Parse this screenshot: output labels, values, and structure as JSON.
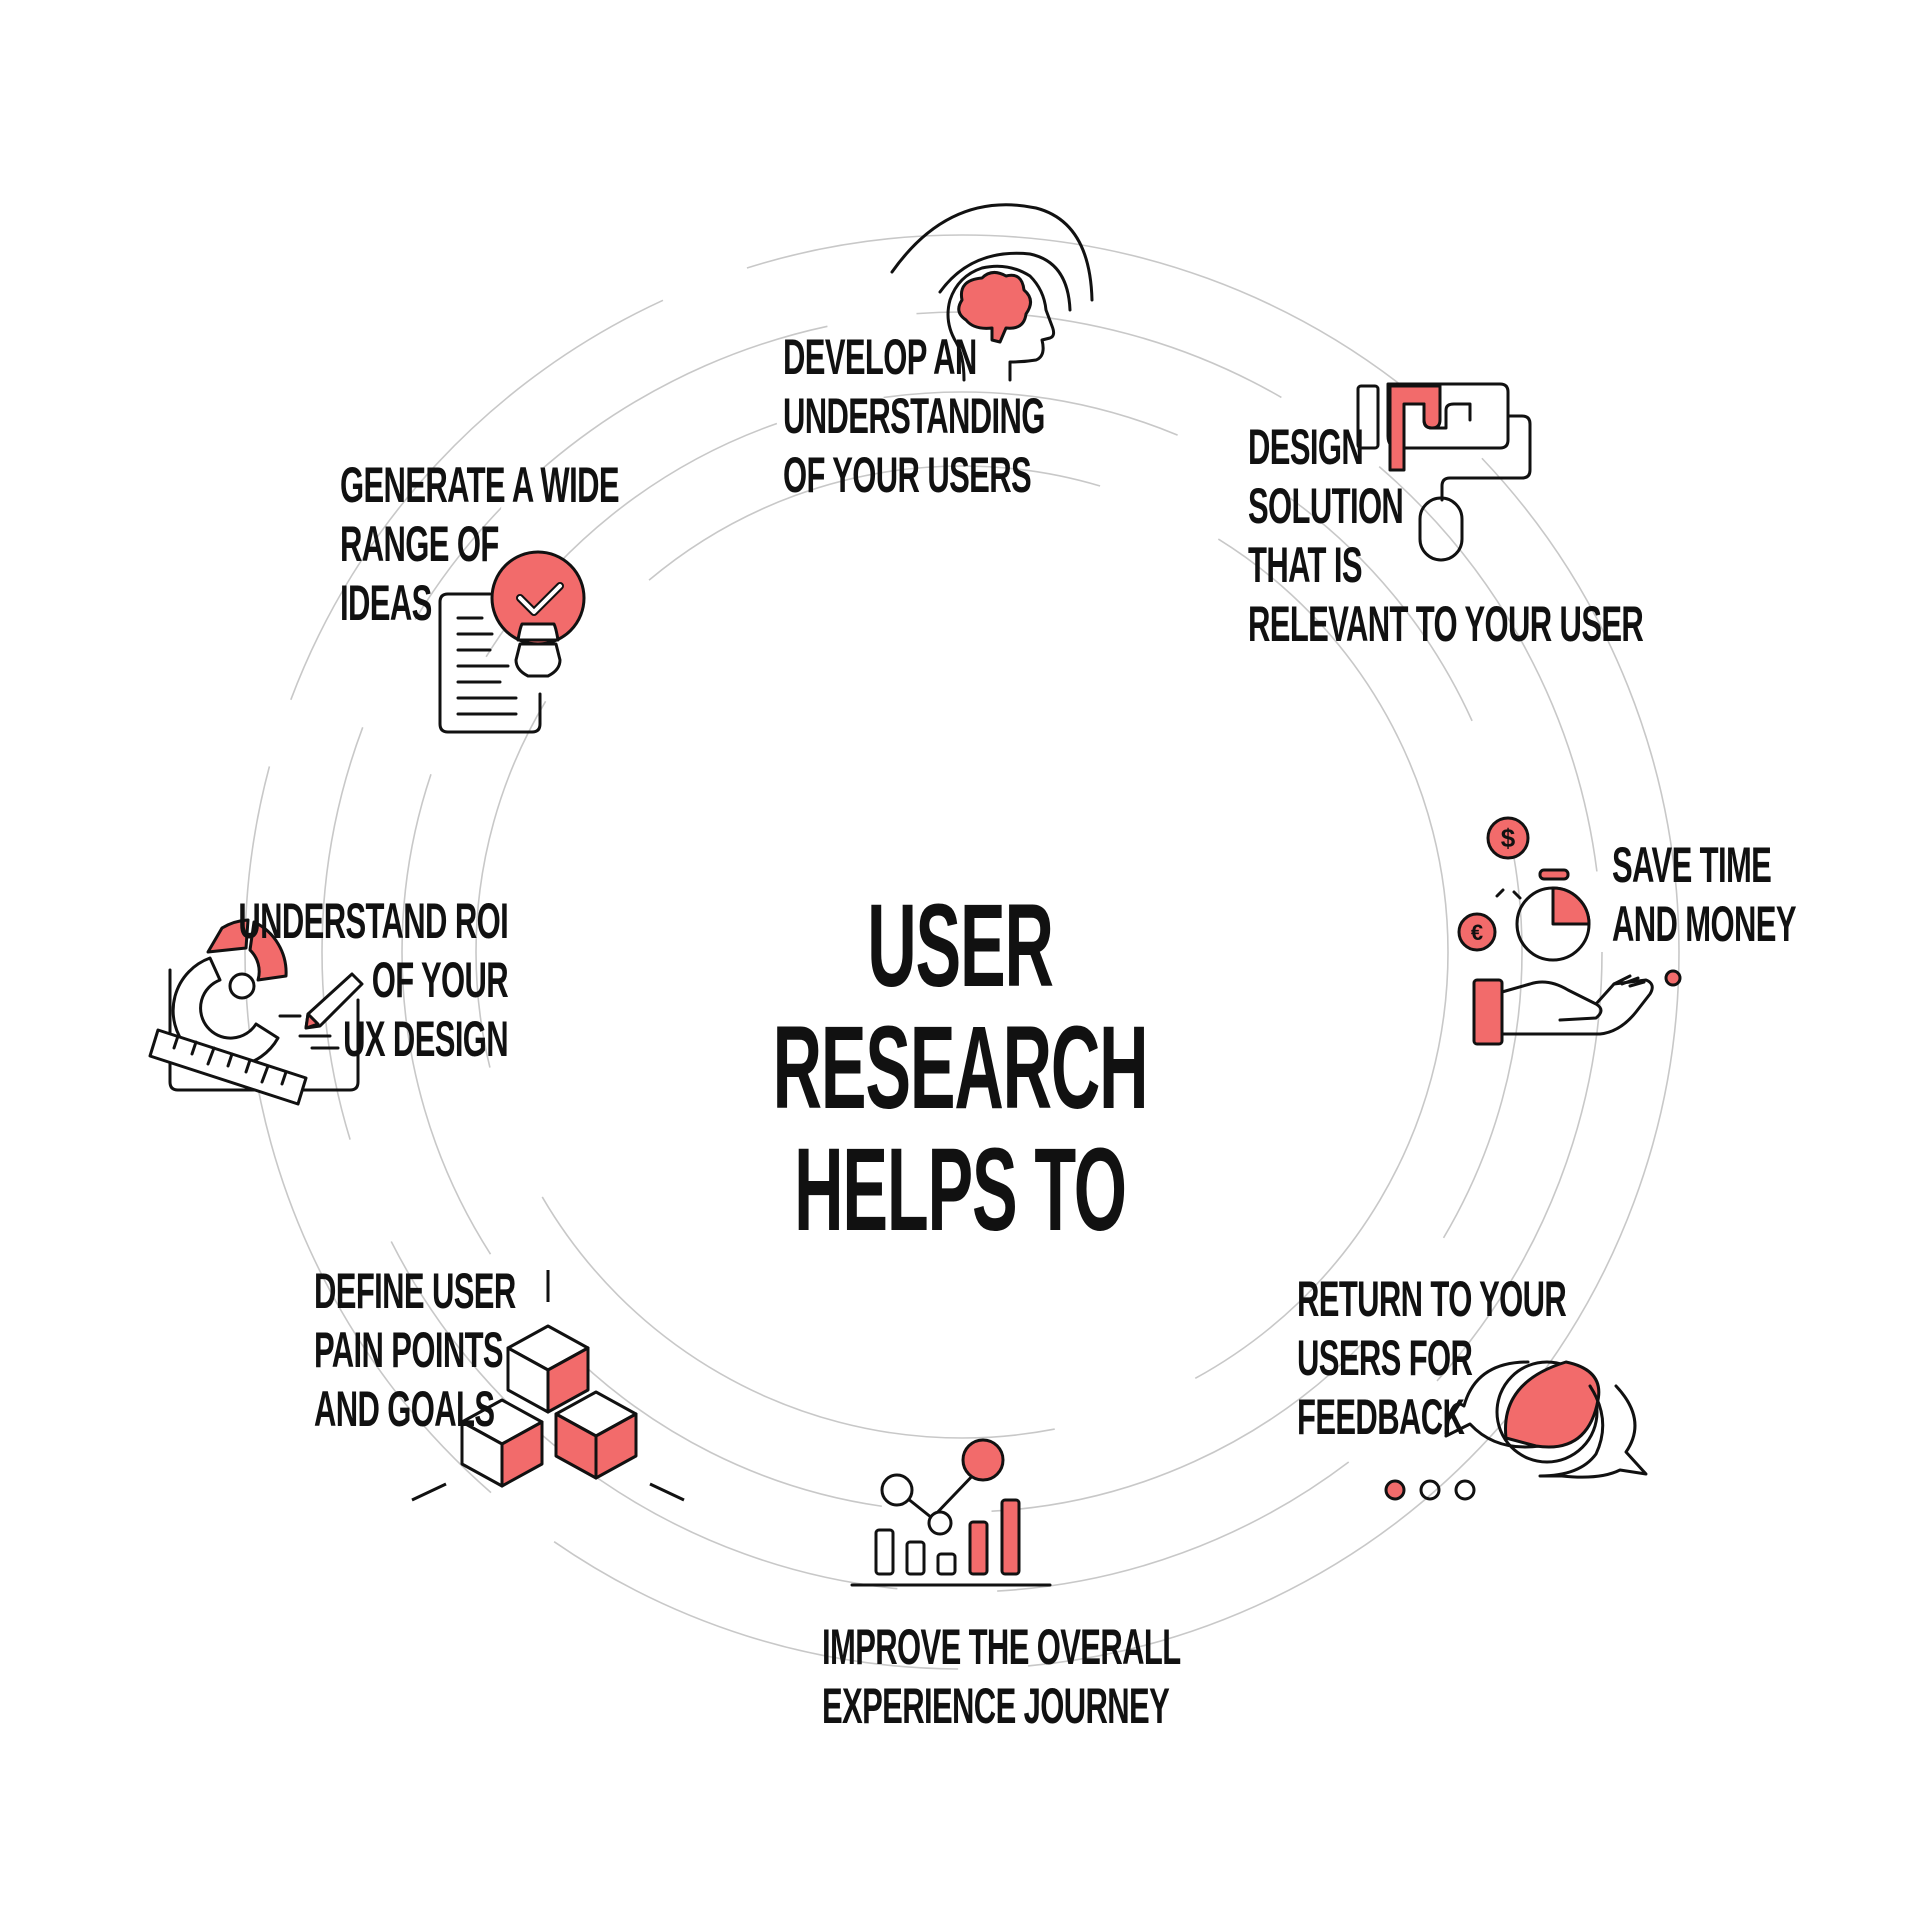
{
  "title": {
    "line1": "USER RESEARCH",
    "line2": "HELPS TO"
  },
  "colors": {
    "accent": "#f26b6b",
    "stroke": "#111111",
    "ring": "#c8c8c8"
  },
  "items": [
    {
      "id": "develop",
      "icon": "head-brain-icon",
      "lines": [
        "DEVELOP AN",
        "UNDERSTANDING",
        "OF YOUR USERS"
      ]
    },
    {
      "id": "design",
      "icon": "paint-roller-icon",
      "lines": [
        "DESIGN",
        "SOLUTION",
        "THAT IS",
        "RELEVANT TO YOUR USER"
      ]
    },
    {
      "id": "save",
      "icon": "hand-money-stopwatch-icon",
      "lines": [
        "SAVE TIME",
        "AND MONEY"
      ],
      "coins": [
        "$",
        "€"
      ]
    },
    {
      "id": "return",
      "icon": "speech-bubbles-icon",
      "lines": [
        "RETURN TO YOUR",
        "USERS FOR",
        "FEEDBACK"
      ]
    },
    {
      "id": "improve",
      "icon": "bar-chart-icon",
      "lines": [
        "IMPROVE THE OVERALL",
        "EXPERIENCE JOURNEY"
      ]
    },
    {
      "id": "define",
      "icon": "cubes-icon",
      "lines": [
        "DEFINE USER",
        "PAIN POINTS",
        "AND GOALS"
      ]
    },
    {
      "id": "roi",
      "icon": "pie-chart-ruler-icon",
      "lines": [
        "UNDERSTAND ROI",
        "OF YOUR",
        "UX DESIGN"
      ]
    },
    {
      "id": "ideas",
      "icon": "lightbulb-check-icon",
      "lines": [
        "GENERATE A WIDE",
        "RANGE OF",
        "IDEAS"
      ]
    }
  ]
}
